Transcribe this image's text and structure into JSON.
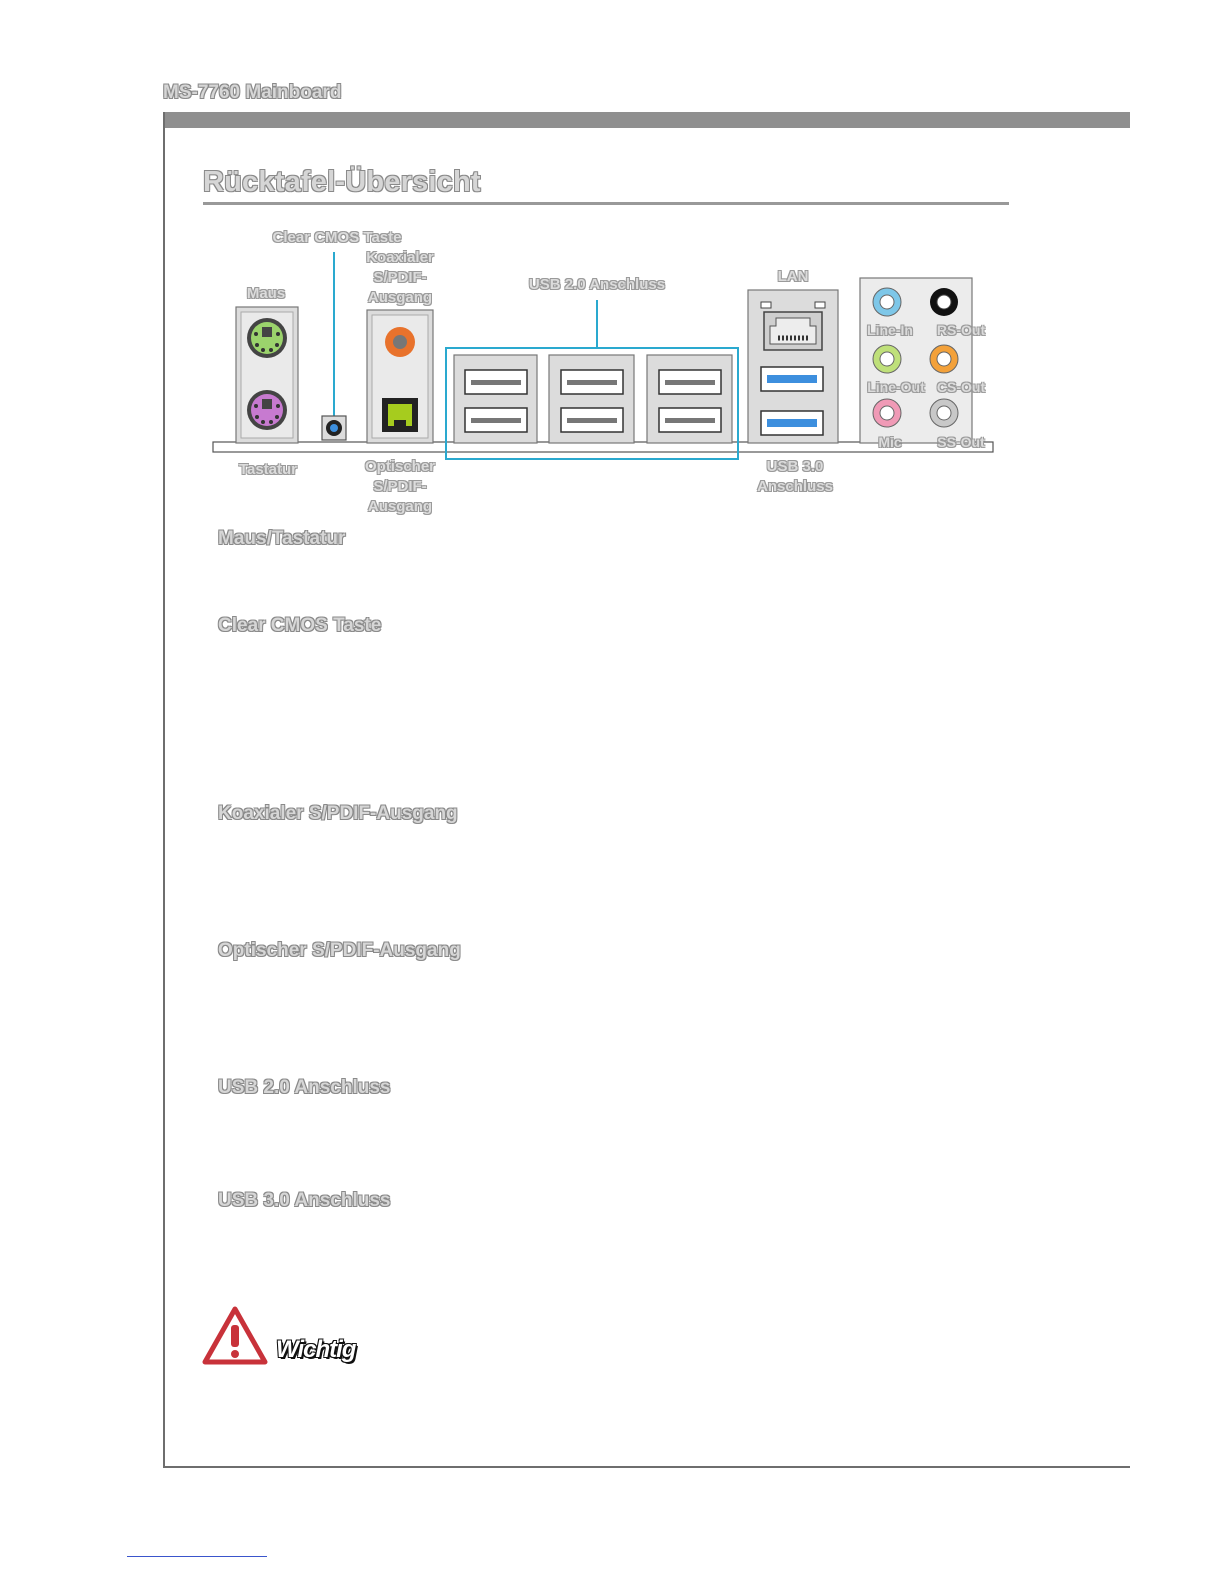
{
  "header": {
    "title": "MS-7760 Mainboard"
  },
  "section": {
    "title": "Rücktafel-Übersicht"
  },
  "diagram": {
    "labels": {
      "clear_cmos": "Clear CMOS Taste",
      "koax": "Koaxialer\nS/PDIF-\nAusgang",
      "maus": "Maus",
      "usb20": "USB 2.0 Anschluss",
      "lan": "LAN",
      "line_in": "Line-In",
      "rs_out": "RS-Out",
      "line_out": "Line-Out",
      "cs_out": "CS-Out",
      "mic": "Mic",
      "ss_out": "SS-Out",
      "tastatur": "Tastatur",
      "optisch": "Optischer\nS/PDIF-\nAusgang",
      "usb30": "USB 3.0\nAnschluss"
    },
    "colors": {
      "ps2_mouse": "#9bd36c",
      "ps2_keyboard": "#c77ad0",
      "coax": "#e8722c",
      "optical": "#a6cc1e",
      "usb3": "#3d8fde",
      "usb_highlight": "#2aa9cf",
      "line_in": "#7ec7e8",
      "rs_out": "#111111",
      "line_out": "#bfe07a",
      "cs_out": "#f3a13a",
      "mic": "#f09ab6",
      "ss_out": "#c8c8c8"
    }
  },
  "items": [
    {
      "title": "Maus/Tastatur"
    },
    {
      "title": "Clear CMOS Taste"
    },
    {
      "title": "Koaxialer S/PDIF-Ausgang"
    },
    {
      "title": "Optischer S/PDIF-Ausgang"
    },
    {
      "title": "USB 2.0 Anschluss"
    },
    {
      "title": "USB 3.0 Anschluss"
    }
  ],
  "warning": {
    "label": "Wichtig",
    "icon": "warning-triangle-icon"
  }
}
